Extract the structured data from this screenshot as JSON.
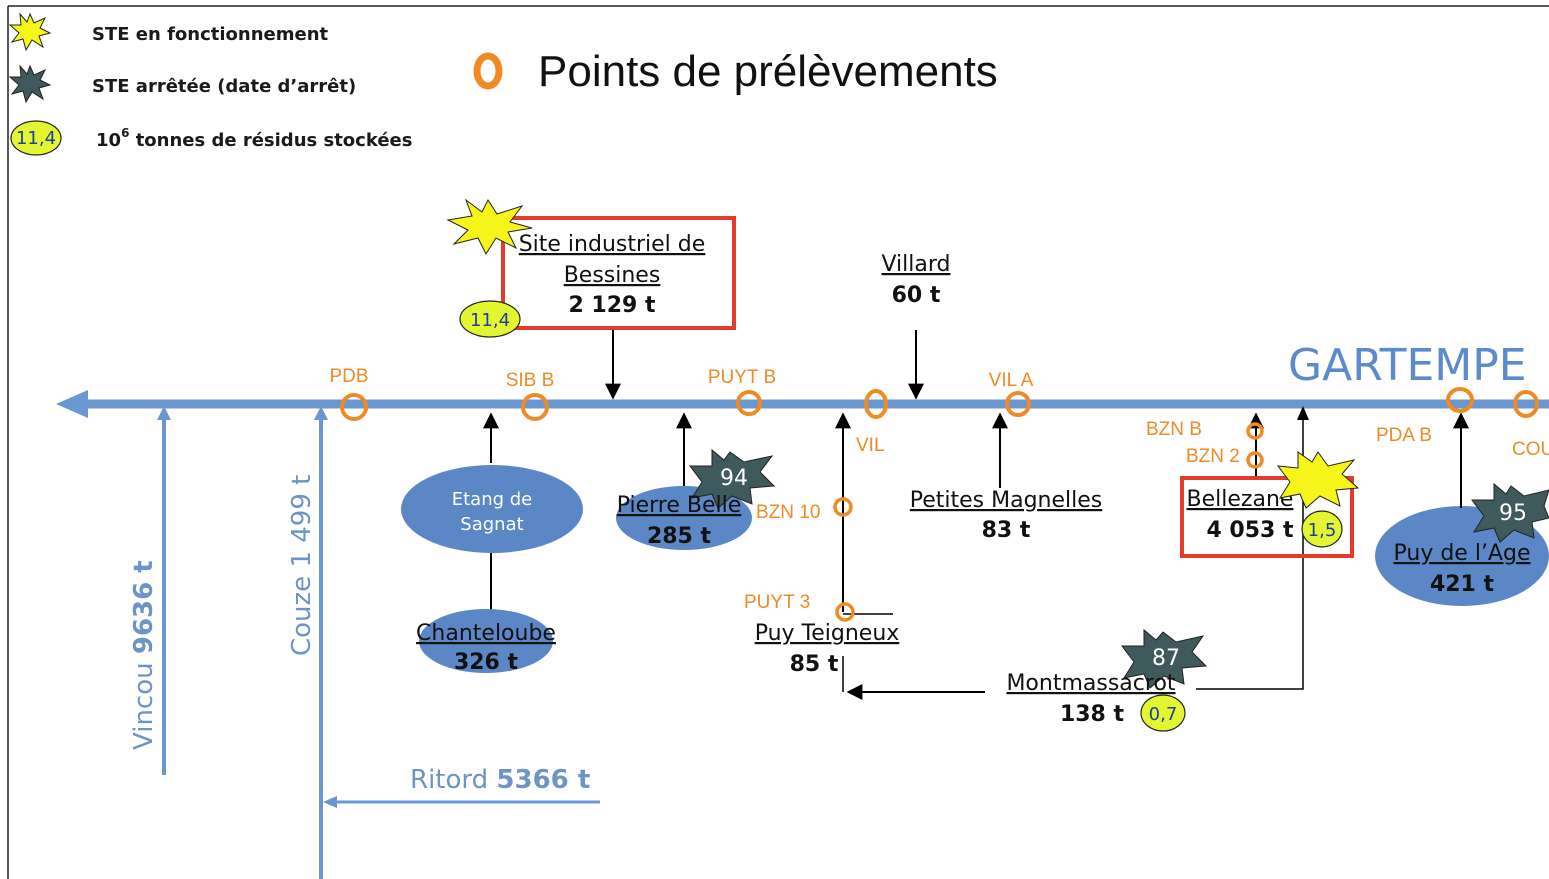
{
  "legend": {
    "operating": "STE en fonctionnement",
    "stopped": "STE arrêtée (date d’arrêt)",
    "stored_badge": "11,4",
    "stored_base": "10",
    "stored_exp": "6",
    "stored_rest": " tonnes de résidus stockées"
  },
  "points_title": "Points de prélèvements",
  "main_river": "GARTEMPE",
  "tributaries": {
    "vincou_name": "Vincou ",
    "vincou_val": "9636 t",
    "couze": "Couze 1 499 t",
    "ritord_name": "Ritord ",
    "ritord_val": "5366 t"
  },
  "sites": {
    "bessines": {
      "name1": "Site industriel de",
      "name2": "Bessines",
      "tonnage": "2 129 t",
      "badge": "11,4"
    },
    "villard": {
      "name": "Villard",
      "tonnage": "60 t"
    },
    "etang": {
      "line1": "Etang de",
      "line2": "Sagnat"
    },
    "chanteloube": {
      "name": "Chanteloube",
      "tonnage": "326 t"
    },
    "pierre_belle": {
      "name": "Pierre Belle",
      "tonnage": "285 t",
      "year": "94"
    },
    "petites_magnelles": {
      "name": "Petites Magnelles",
      "tonnage": "83 t"
    },
    "puy_teigneux": {
      "name": "Puy Teigneux",
      "tonnage": "85 t"
    },
    "montmassacrot": {
      "name": "Montmassacrot",
      "tonnage": "138 t",
      "year": "87",
      "badge": "0,7"
    },
    "bellezane": {
      "name": "Bellezane",
      "tonnage": "4 053 t",
      "badge": "1,5"
    },
    "puy_age": {
      "name": "Puy de l’Age",
      "tonnage": "421 t",
      "year": "95"
    }
  },
  "sample_points": {
    "pdb": "PDB",
    "sibb": "SIB B",
    "puytb": "PUYT B",
    "vil": "VIL",
    "vila": "VIL A",
    "bznb": "BZN B",
    "bzn2": "BZN 2",
    "bzn10": "BZN 10",
    "puyt3": "PUYT 3",
    "pdab": "PDA B",
    "cou": "COU"
  },
  "colors": {
    "river": "#6b97d1",
    "sample_ring": "#f08a24",
    "ellipse": "#5b87c6",
    "badge_fill": "#e4f531",
    "burst_yellow": "#f5f51a",
    "burst_dark": "#3f5a5c",
    "frame_red": "#e53a2c"
  }
}
